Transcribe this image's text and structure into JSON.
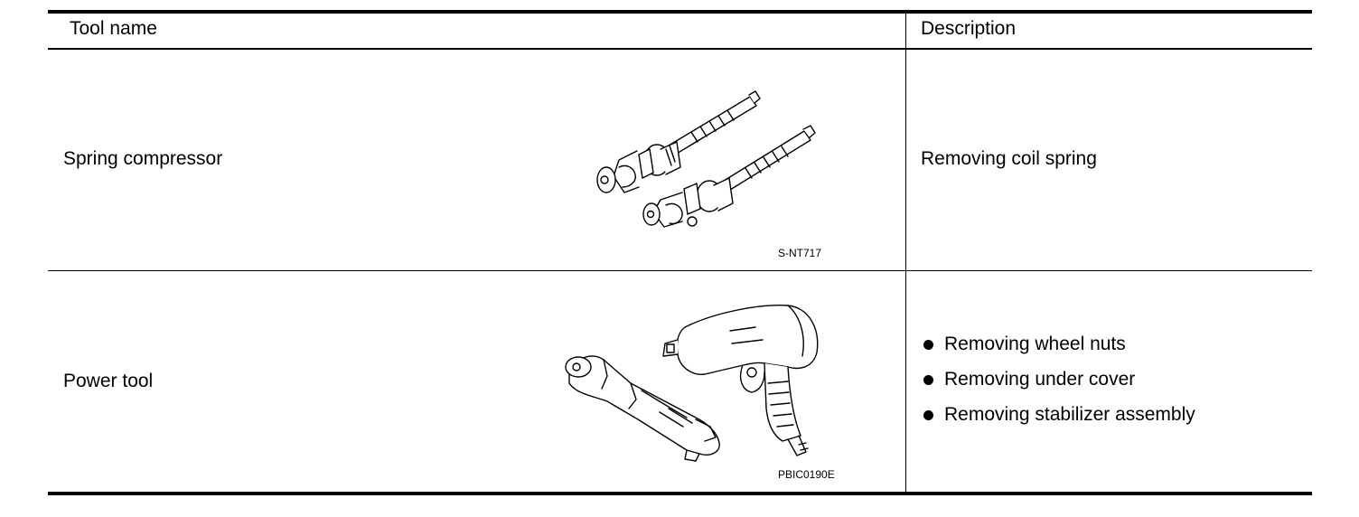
{
  "table": {
    "headers": {
      "tool_name": "Tool name",
      "description": "Description"
    },
    "rows": [
      {
        "tool_name": "Spring compressor",
        "illustration_code": "S-NT717",
        "illustration_icon": "spring-compressor-icon",
        "description": "Removing coil spring"
      },
      {
        "tool_name": "Power tool",
        "illustration_code": "PBIC0190E",
        "illustration_icon": "power-tool-icon",
        "description_items": [
          "Removing wheel nuts",
          "Removing under cover",
          "Removing stabilizer assembly"
        ]
      }
    ]
  }
}
